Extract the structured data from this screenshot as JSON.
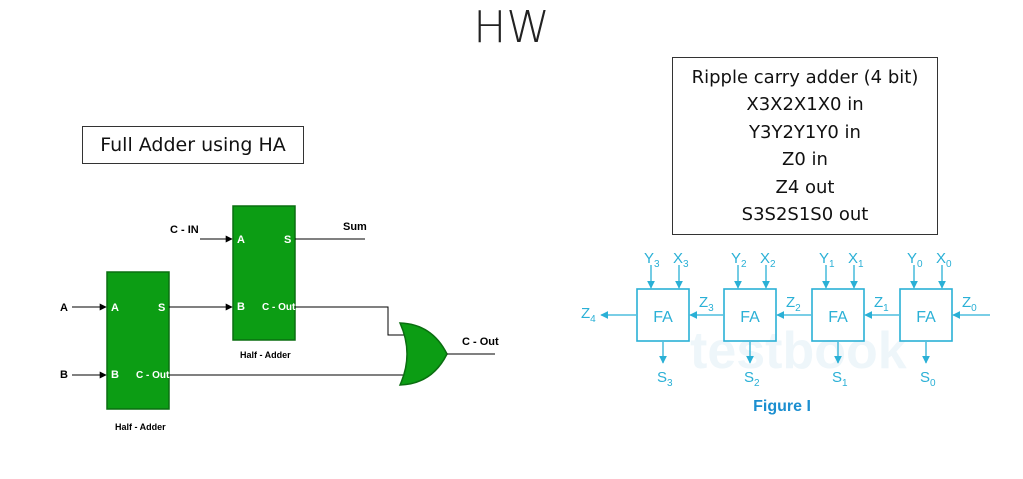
{
  "title": "HW",
  "full_adder": {
    "label": "Full Adder using HA",
    "ha1": {
      "in_a": "A",
      "in_b": "B",
      "out_s": "S",
      "out_c": "C - Out",
      "caption": "Half - Adder"
    },
    "ha2": {
      "in_a": "A",
      "in_b": "B",
      "out_s": "S",
      "out_c": "C - Out",
      "caption": "Half - Adder"
    },
    "inputs": {
      "a": "A",
      "b": "B",
      "cin": "C - IN"
    },
    "outputs": {
      "sum": "Sum",
      "cout": "C - Out"
    },
    "colors": {
      "block": "#0c9d14",
      "block_border": "#0a6e10"
    }
  },
  "ripple": {
    "lines": [
      "Ripple carry adder (4 bit)",
      "X3X2X1X0 in",
      "Y3Y2Y1Y0 in",
      "Z0 in",
      "Z4 out",
      "S3S2S1S0 out"
    ],
    "block_label": "FA",
    "figure_caption": "Figure I",
    "watermark": "testbook",
    "stages": [
      {
        "y": "Y",
        "ysub": "3",
        "x": "X",
        "xsub": "3",
        "s": "S",
        "ssub": "3",
        "zout": "Z",
        "zoutsub": "4",
        "zin": "Z",
        "zinsub": "3"
      },
      {
        "y": "Y",
        "ysub": "2",
        "x": "X",
        "xsub": "2",
        "s": "S",
        "ssub": "2",
        "zin": "Z",
        "zinsub": "2"
      },
      {
        "y": "Y",
        "ysub": "1",
        "x": "X",
        "xsub": "1",
        "s": "S",
        "ssub": "1",
        "zin": "Z",
        "zinsub": "1"
      },
      {
        "y": "Y",
        "ysub": "0",
        "x": "X",
        "xsub": "0",
        "s": "S",
        "ssub": "0",
        "zin": "Z",
        "zinsub": "0"
      }
    ],
    "colors": {
      "line": "#2ab0d6",
      "caption": "#1c8fd0",
      "watermark": "#eef6fa"
    }
  }
}
